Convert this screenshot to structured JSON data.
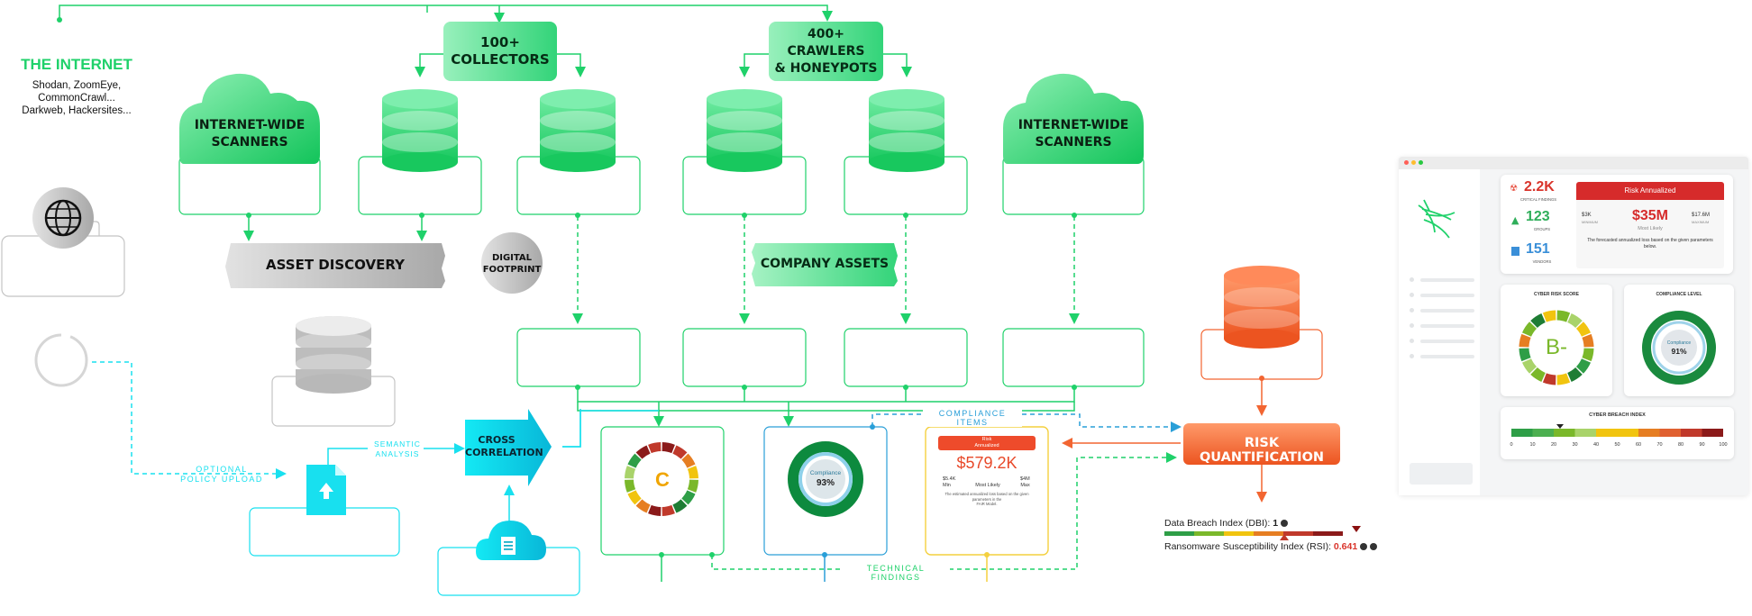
{
  "internet": {
    "title": "THE INTERNET",
    "sources": [
      "Shodan, ZoomEye,",
      "CommonCrawl...",
      "Darkweb, Hackersites..."
    ]
  },
  "collectors": {
    "line1": "100+",
    "line2": "COLLECTORS"
  },
  "crawlers": {
    "line1": "400+ CRAWLERS",
    "line2": "& HONEYPOTS"
  },
  "scanners_left": {
    "line1": "INTERNET-WIDE",
    "line2": "SCANNERS"
  },
  "scanners_right": {
    "line1": "INTERNET-WIDE",
    "line2": "SCANNERS"
  },
  "asset_discovery": "ASSET DISCOVERY",
  "digital_footprint": {
    "line1": "DIGITAL",
    "line2": "FOOTPRINT"
  },
  "company_assets": "COMPANY ASSETS",
  "optional_upload": {
    "line1": "OPTIONAL",
    "line2": "POLICY UPLOAD"
  },
  "semantic": {
    "line1": "SEMANTIC",
    "line2": "ANALYSIS"
  },
  "cross": {
    "line1": "CROSS",
    "line2": "CORRELATION"
  },
  "compliance_items": "COMPLIANCE ITEMS",
  "technical_findings": "TECHNICAL FINDINGS",
  "risk_quant": "RISK QUANTIFICATION",
  "card_grade": {
    "grade": "C"
  },
  "card_compliance": {
    "label": "Compliance",
    "value": "93%"
  },
  "card_risk": {
    "header_line1": "Risk",
    "header_line2": "Annualized",
    "amount": "$579.2K",
    "min_value": "$5.4K",
    "min_label": "Min",
    "likely_label": "Most Likely",
    "max_value": "$4M",
    "max_label": "Max",
    "note_line1": "The estimated annualized loss based on the given parameters in the",
    "note_line2": "FAIR Model."
  },
  "dbi": {
    "label": "Data Breach Index (DBI):",
    "value": "1"
  },
  "rsi": {
    "label": "Ransomware Susceptibility Index (RSI):",
    "value": "0.641"
  },
  "dashboard": {
    "critical": {
      "value": "2.2K",
      "label": "CRITICAL FINDINGS"
    },
    "groups": {
      "value": "123",
      "label": "GROUPS"
    },
    "vendors": {
      "value": "151",
      "label": "VENDORS"
    },
    "risk": {
      "title": "Risk Annualized",
      "min_value": "$3K",
      "min_label": "MINIMUM",
      "likely_value": "$35M",
      "likely_label": "Most Likely",
      "max_value": "$17.6M",
      "max_label": "MAXIMUM",
      "note": "The forecasted annualized loss based on the given parameters below."
    },
    "cyber_risk": {
      "title": "CYBER RISK SCORE",
      "grade": "B-"
    },
    "compliance": {
      "title": "COMPLIANCE LEVEL",
      "label": "Compliance",
      "value": "91%"
    },
    "breach": {
      "title": "CYBER BREACH INDEX",
      "ticks": [
        "0",
        "10",
        "20",
        "30",
        "40",
        "50",
        "60",
        "70",
        "80",
        "90",
        "100"
      ]
    }
  },
  "colors": {
    "green": "#1fd16a",
    "green_light": "#7ee8a8",
    "cyan": "#18e0ef",
    "orange": "#f26531",
    "blue": "#2a9fd8",
    "yellow": "#f4d03f"
  }
}
